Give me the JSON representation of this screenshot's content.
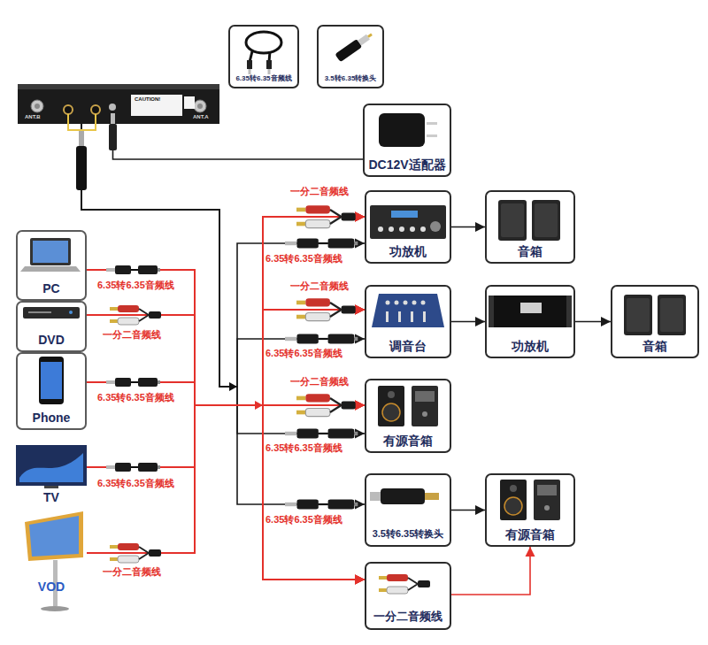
{
  "diagram": {
    "nodes": [
      {
        "text": [
          "6.35转6.35音频线"
        ]
      },
      {
        "text": [
          "3.5转6.35转换头"
        ]
      },
      {
        "text": [
          "ANT.B",
          "CAUTION!",
          "ANT.A"
        ]
      },
      {
        "text": [
          "DC12V适配器"
        ]
      },
      {
        "text": [
          "功放机"
        ]
      },
      {
        "text": [
          "音箱"
        ]
      },
      {
        "text": [
          "PC"
        ]
      },
      {
        "text": [
          "调音台"
        ]
      },
      {
        "text": [
          "功放机"
        ]
      },
      {
        "text": [
          "音箱"
        ]
      },
      {
        "text": [
          "DVD"
        ]
      },
      {
        "text": [
          "Phone"
        ]
      },
      {
        "text": [
          "有源音箱"
        ]
      },
      {
        "text": [
          "TV"
        ]
      },
      {
        "text": [
          "3.5转6.35转换头"
        ]
      },
      {
        "text": [
          "有源音箱"
        ]
      },
      {
        "text": [
          "VOD"
        ]
      },
      {
        "text": [
          "一分二音频线"
        ]
      }
    ],
    "edges": [
      {
        "from": 2,
        "to": 3,
        "arrow": "none"
      },
      {
        "from": 2,
        "to": 4,
        "arrow": "to",
        "label": "6.35转6.35音频线"
      },
      {
        "from": 2,
        "to": 7,
        "arrow": "to",
        "label": "6.35转6.35音频线"
      },
      {
        "from": 2,
        "to": 12,
        "arrow": "to",
        "label": "6.35转6.35音频线"
      },
      {
        "from": 2,
        "to": 14,
        "arrow": "to",
        "label": "6.35转6.35音频线"
      },
      {
        "from": 6,
        "to": 4,
        "arrow": "to",
        "label": "6.35转6.35音频线"
      },
      {
        "from": 6,
        "to": 7,
        "arrow": "to"
      },
      {
        "from": 6,
        "to": 12,
        "arrow": "to"
      },
      {
        "from": 6,
        "to": 17,
        "arrow": "to"
      },
      {
        "from": 10,
        "to": 4,
        "arrow": "to",
        "label": "一分二音频线"
      },
      {
        "from": 10,
        "to": 7,
        "arrow": "to"
      },
      {
        "from": 10,
        "to": 12,
        "arrow": "to"
      },
      {
        "from": 10,
        "to": 17,
        "arrow": "to"
      },
      {
        "from": 11,
        "to": 4,
        "arrow": "to",
        "label": "6.35转6.35音频线"
      },
      {
        "from": 11,
        "to": 7,
        "arrow": "to"
      },
      {
        "from": 11,
        "to": 12,
        "arrow": "to"
      },
      {
        "from": 11,
        "to": 17,
        "arrow": "to"
      },
      {
        "from": 13,
        "to": 4,
        "arrow": "to",
        "label": "6.35转6.35音频线"
      },
      {
        "from": 13,
        "to": 7,
        "arrow": "to"
      },
      {
        "from": 13,
        "to": 12,
        "arrow": "to"
      },
      {
        "from": 13,
        "to": 17,
        "arrow": "to"
      },
      {
        "from": 16,
        "to": 4,
        "arrow": "to",
        "label": "一分二音频线"
      },
      {
        "from": 16,
        "to": 7,
        "arrow": "to"
      },
      {
        "from": 16,
        "to": 12,
        "arrow": "to"
      },
      {
        "from": 16,
        "to": 17,
        "arrow": "to"
      },
      {
        "from": 4,
        "to": 5,
        "arrow": "to"
      },
      {
        "from": 7,
        "to": 8,
        "arrow": "to"
      },
      {
        "from": 8,
        "to": 9,
        "arrow": "to"
      },
      {
        "from": 14,
        "to": 15,
        "arrow": "to"
      },
      {
        "from": 17,
        "to": 15,
        "arrow": "to"
      }
    ],
    "labels": [
      "一分二音频线",
      "一分二音频线",
      "一分二音频线"
    ]
  }
}
